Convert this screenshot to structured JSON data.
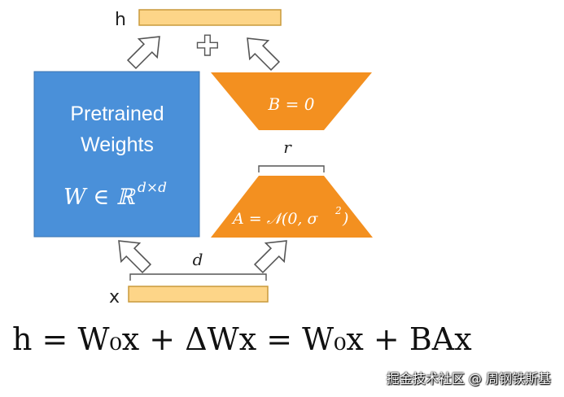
{
  "diagram": {
    "output_label": "h",
    "input_label": "x",
    "pretrained": {
      "line1": "Pretrained",
      "line2": "Weights",
      "formula": "W ∈ ℝ",
      "formula_sup": "d×d"
    },
    "matrix_b": "B = 0",
    "matrix_a": "A = 𝒩(0, σ",
    "matrix_a_sup": "2",
    "matrix_a_close": ")",
    "rank_label": "r",
    "dim_label": "d",
    "plus_symbol": "✚"
  },
  "equation": "h = W₀x + ΔWx = W₀x + BAx",
  "watermark": "掘金技术社区 @ 周钢铁斯基",
  "colors": {
    "pretrained_block": "#4a90d9",
    "lora_blocks": "#f39020",
    "bars": "#fdd588",
    "bar_stroke": "#c99a3c"
  }
}
